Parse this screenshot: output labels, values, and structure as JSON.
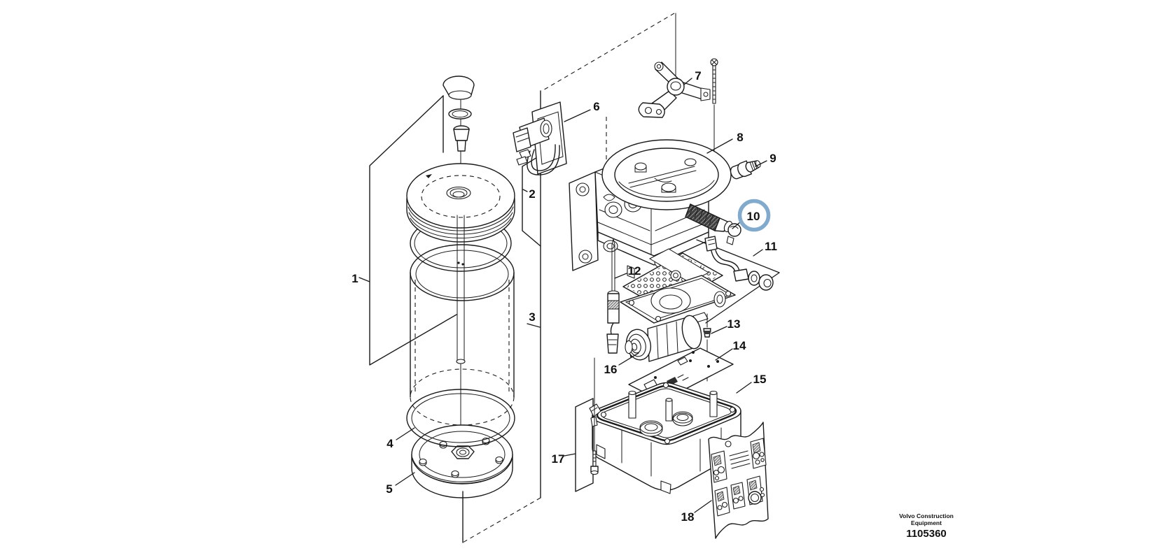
{
  "figure": {
    "footer": {
      "brand_line1": "Volvo Construction",
      "brand_line2": "Equipment",
      "figure_code": "1105360"
    },
    "highlight": {
      "selected_part": "10",
      "ring_color": "#82aacd"
    },
    "ink_color": "#1a1a1a",
    "labels": {
      "p1": "1",
      "p2": "2",
      "p3": "3",
      "p4": "4",
      "p5": "5",
      "p6": "6",
      "p7": "7",
      "p8": "8",
      "p9": "9",
      "p10": "10",
      "p11": "11",
      "p12": "12",
      "p13": "13",
      "p14": "14",
      "p15": "15",
      "p16": "16",
      "p17": "17",
      "p18": "18"
    }
  }
}
